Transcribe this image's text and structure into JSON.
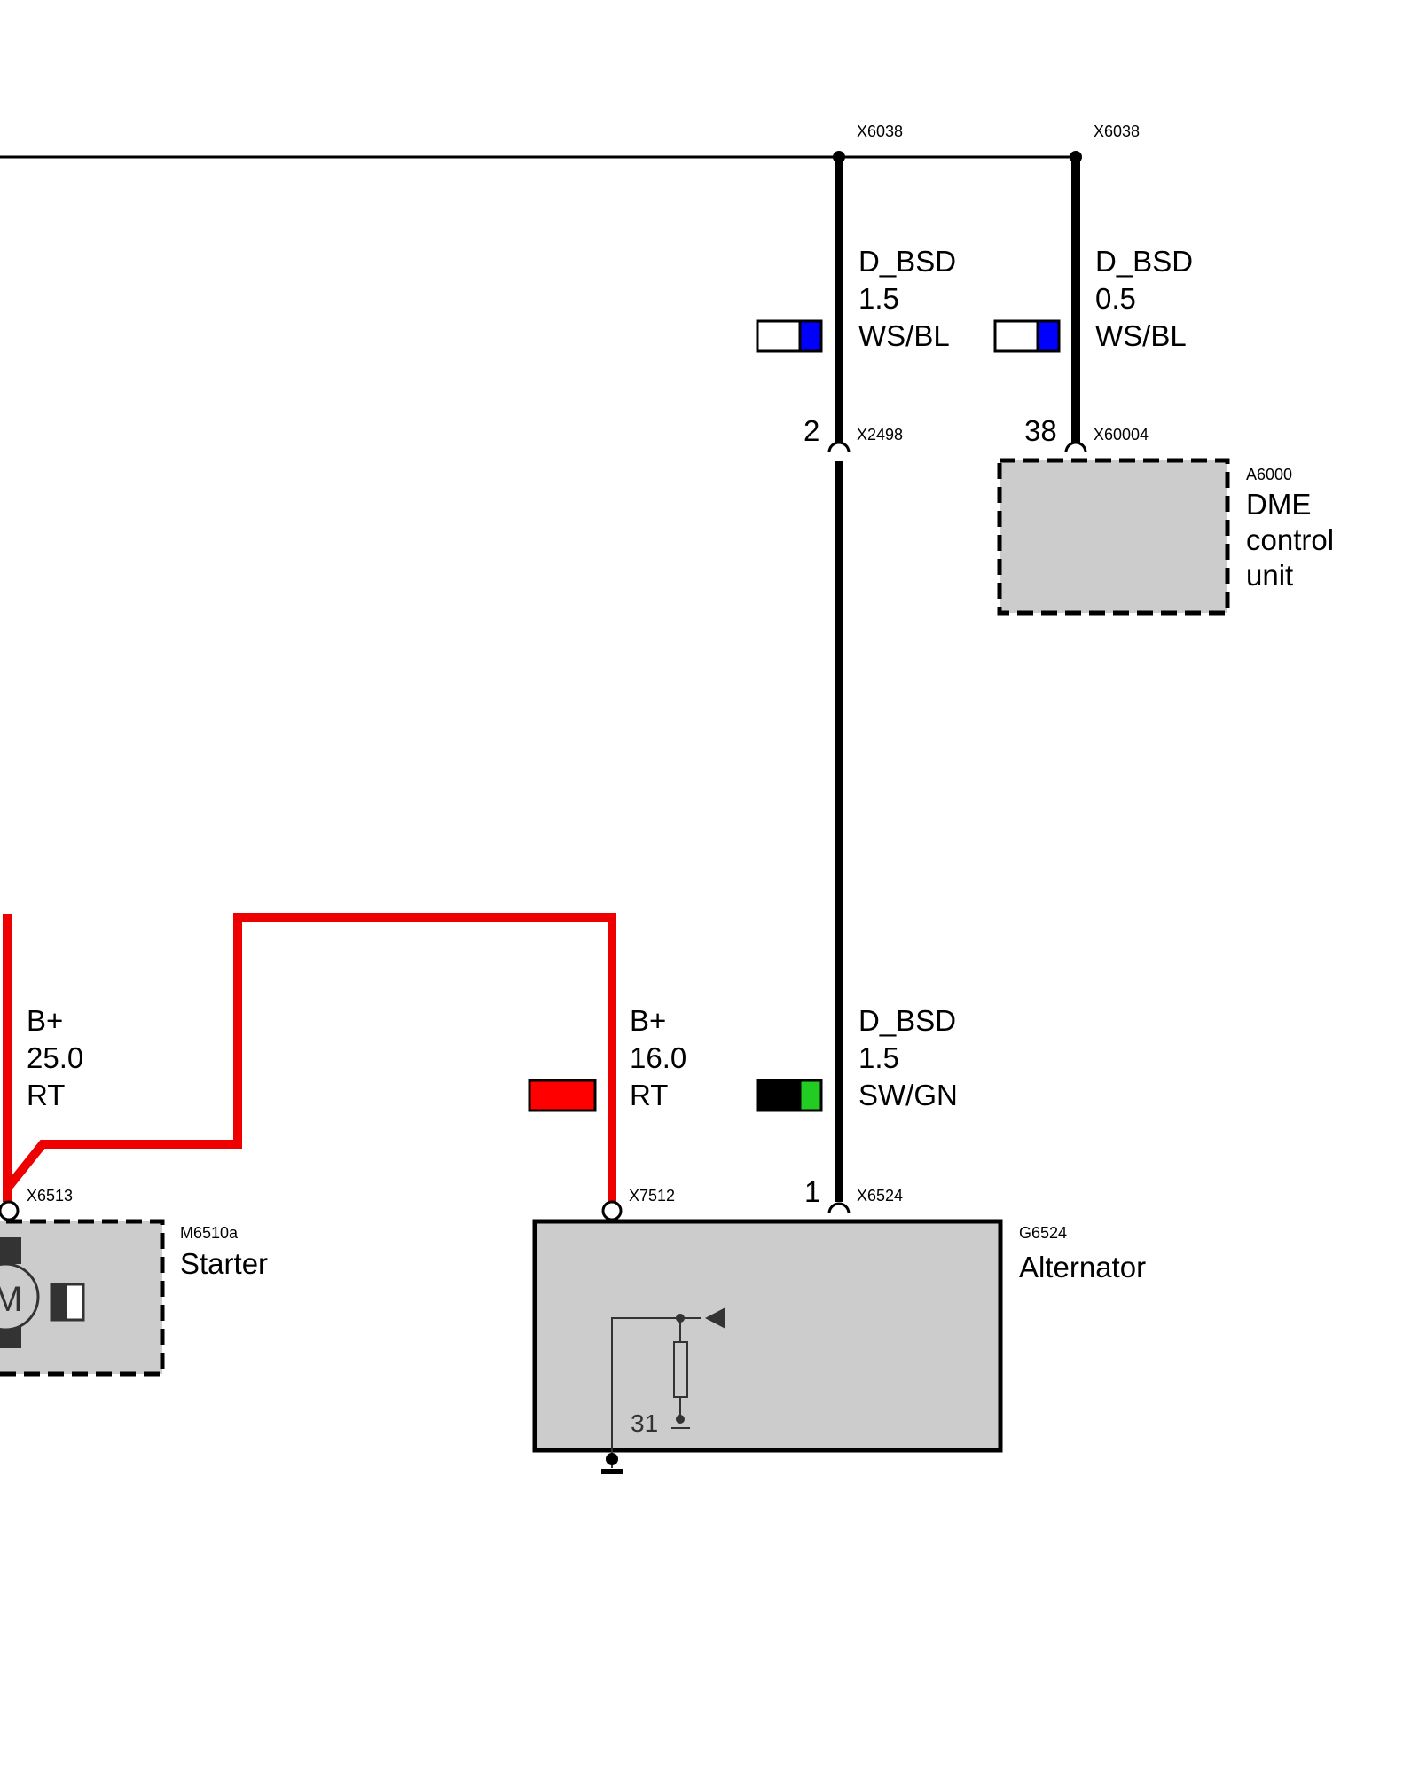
{
  "connectors": {
    "x6038_left": "X6038",
    "x6038_right": "X6038",
    "x2498": "X2498",
    "x60004": "X60004",
    "x6513": "X6513",
    "x7512": "X7512",
    "x6524": "X6524"
  },
  "pins": {
    "x2498_pin": "2",
    "x60004_pin": "38",
    "x6524_pin": "1",
    "ground_31": "31"
  },
  "wires": {
    "dbsd_top_left": {
      "signal": "D_BSD",
      "gauge": "1.5",
      "color_code": "WS/BL",
      "colors": [
        "#ffffff",
        "#0000ff"
      ]
    },
    "dbsd_top_right": {
      "signal": "D_BSD",
      "gauge": "0.5",
      "color_code": "WS/BL",
      "colors": [
        "#ffffff",
        "#0000ff"
      ]
    },
    "dbsd_bottom": {
      "signal": "D_BSD",
      "gauge": "1.5",
      "color_code": "SW/GN",
      "colors": [
        "#000000",
        "#22cc22"
      ]
    },
    "bplus_starter": {
      "signal": "B+",
      "gauge": "25.0",
      "color_code": "RT",
      "colors": [
        "#ff0000"
      ]
    },
    "bplus_alternator": {
      "signal": "B+",
      "gauge": "16.0",
      "color_code": "RT",
      "colors": [
        "#ff0000"
      ]
    }
  },
  "components": {
    "dme": {
      "id": "A6000",
      "name_lines": [
        "DME",
        "control",
        "unit"
      ]
    },
    "starter": {
      "id": "M6510a",
      "name": "Starter",
      "motor_symbol": "M"
    },
    "alternator": {
      "id": "G6524",
      "name": "Alternator"
    }
  },
  "colors": {
    "wire_black": "#000000",
    "wire_red": "#ee0000",
    "component_fill": "#cccccc"
  }
}
